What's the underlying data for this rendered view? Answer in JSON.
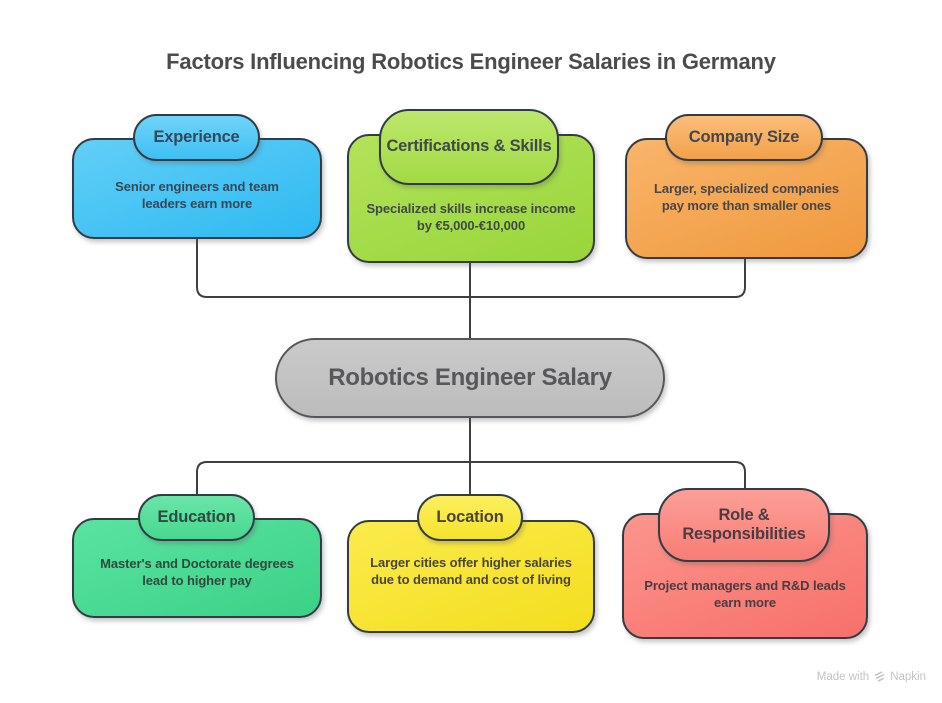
{
  "title": "Factors Influencing Robotics Engineer Salaries in Germany",
  "center_node": {
    "label": "Robotics Engineer Salary",
    "fill": "#c2c2c2",
    "border_color": "#56565a",
    "text_color": "#58585b"
  },
  "connector_color": "#3f3f3f",
  "factors": [
    {
      "name": "Experience",
      "description": "Senior engineers and team leaders earn more",
      "color": "#3bbff2",
      "row": "top",
      "position": "left"
    },
    {
      "name": "Certifications & Skills",
      "description": "Specialized skills increase income by €5,000-€10,000",
      "color": "#a3da45",
      "row": "top",
      "position": "center"
    },
    {
      "name": "Company Size",
      "description": "Larger, specialized companies pay more than smaller ones",
      "color": "#f4a04a",
      "row": "top",
      "position": "right"
    },
    {
      "name": "Education",
      "description": "Master's and Doctorate degrees lead to higher pay",
      "color": "#49da92",
      "row": "bottom",
      "position": "left"
    },
    {
      "name": "Location",
      "description": "Larger cities offer higher salaries due to demand and cost of living",
      "color": "#f6e32b",
      "row": "bottom",
      "position": "center"
    },
    {
      "name": "Role & Responsibilities",
      "description": "Project managers and R&D leads earn more",
      "color": "#f9837c",
      "row": "bottom",
      "position": "right"
    }
  ],
  "watermark": {
    "prefix": "Made with",
    "brand": "Napkin"
  }
}
